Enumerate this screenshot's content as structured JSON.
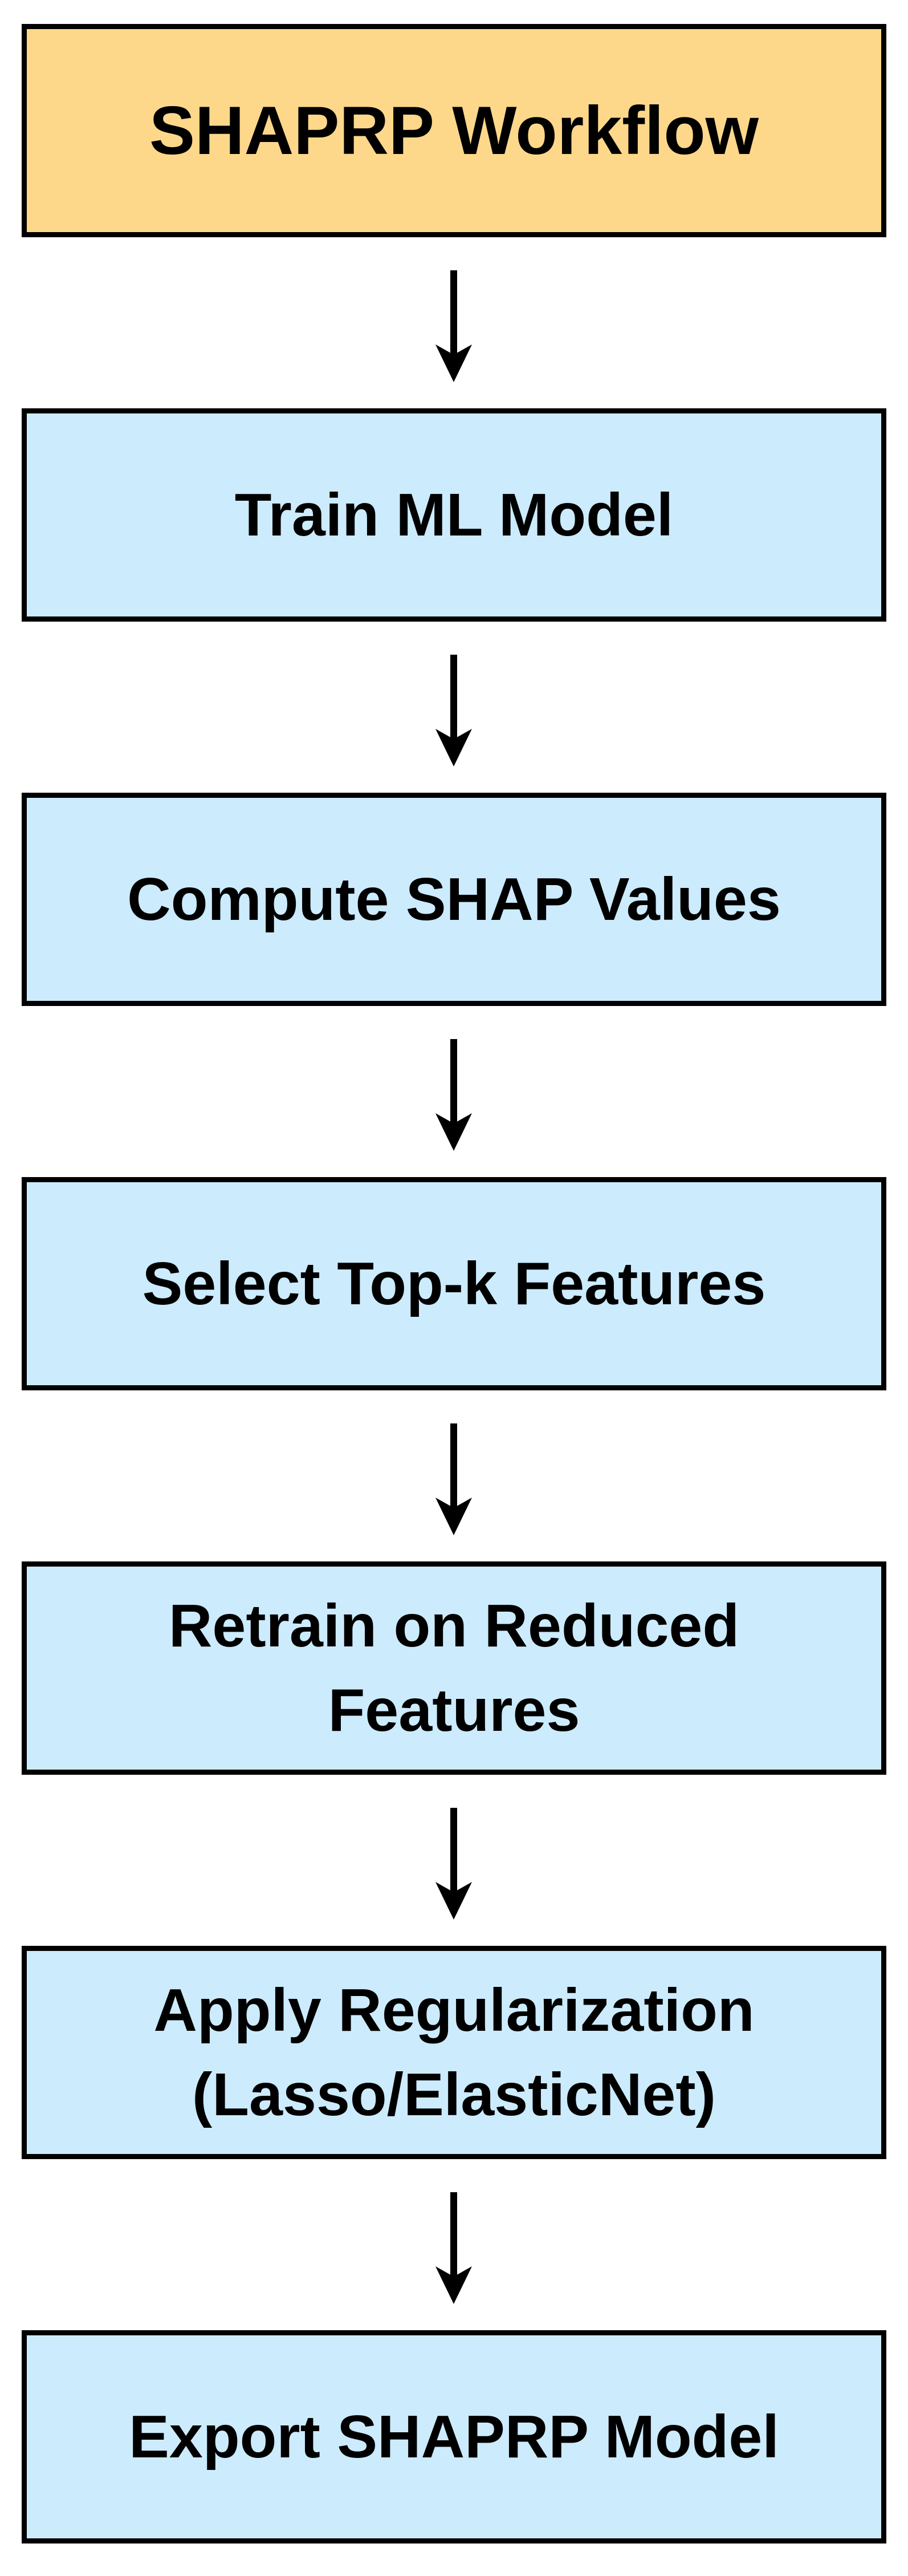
{
  "colors": {
    "title_fill": "#FDD88A",
    "step_fill": "#CCEBFD",
    "border": "#000000",
    "arrow": "#000000"
  },
  "flowchart": {
    "title": "SHAPRP Workflow",
    "steps": [
      {
        "label": "Train ML Model"
      },
      {
        "label": "Compute SHAP Values"
      },
      {
        "label": "Select Top-k Features"
      },
      {
        "label": "Retrain on Reduced\nFeatures"
      },
      {
        "label": "Apply Regularization\n(Lasso/ElasticNet)"
      },
      {
        "label": "Export SHAPRP Model"
      }
    ]
  }
}
